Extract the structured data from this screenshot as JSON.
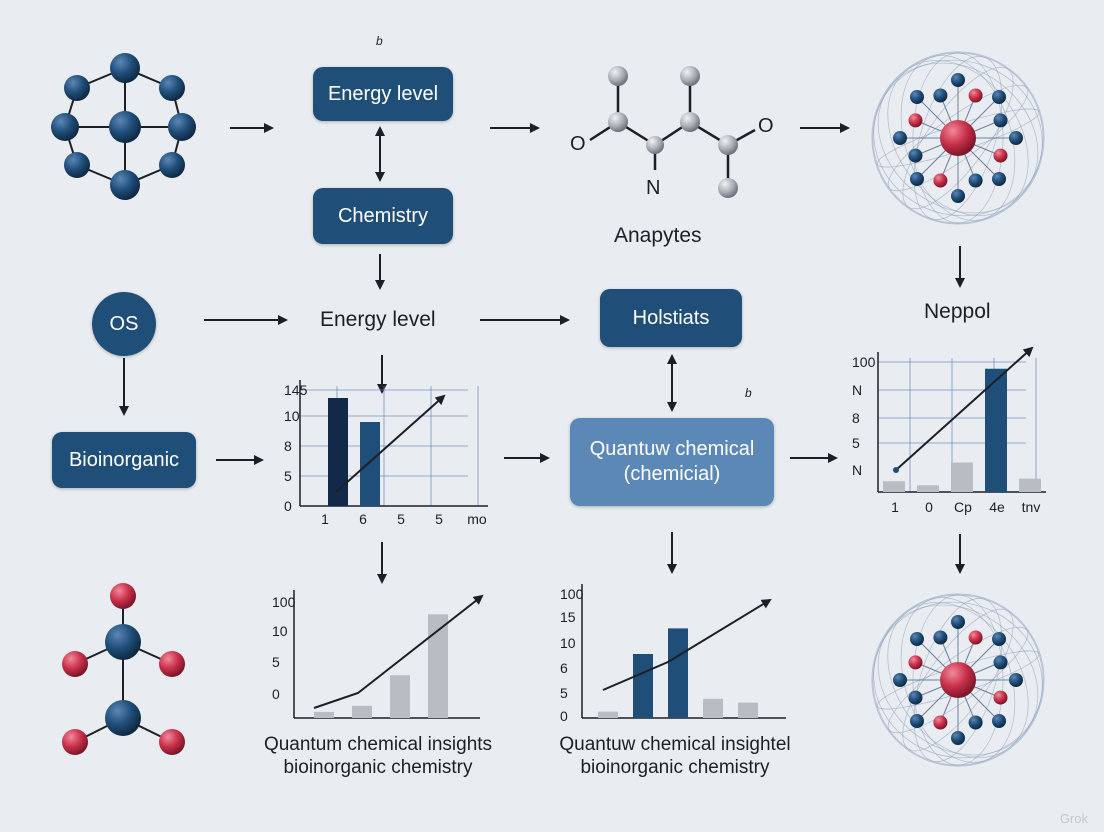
{
  "boxes": {
    "energy_level_box": "Energy level",
    "chemistry_box": "Chemistry",
    "holstiats_box": "Holstiats",
    "bioinorganic_box": "Bioinorganic",
    "quantum_box_line1": "Quantuw chemical",
    "quantum_box_line2": "(chemicial)",
    "os_node": "OS"
  },
  "labels": {
    "energy_level_text": "Energy level",
    "anapytes": "Anapytes",
    "neppol": "Neppol",
    "stray_mark_1": "b",
    "stray_mark_2": "b"
  },
  "molecule": {
    "atom_o_left": "O",
    "atom_o_right": "O",
    "atom_n": "N"
  },
  "captions": {
    "left_line1": "Quantum chemical insights",
    "left_line2": "bioinorganic chemistry",
    "right_line1": "Quantuw chemical insightel",
    "right_line2": "bioinorganic chemistry"
  },
  "watermark": "Grok",
  "colors": {
    "box_dark": "#1f4e79",
    "box_light": "#5b88b6",
    "atom_blue": "#1f4e79",
    "atom_red": "#c9304a",
    "atom_gray": "#a9adb5",
    "bar_gray": "#b9bcc2"
  },
  "chart_data": [
    {
      "type": "bar",
      "categories": [
        "1",
        "6",
        "5",
        "5",
        "mo"
      ],
      "yticks": [
        "0",
        "5",
        "8",
        "10",
        "145"
      ],
      "values": [
        9,
        7,
        null,
        null,
        null
      ],
      "trend_line": true,
      "grid": true
    },
    {
      "type": "bar",
      "categories": [
        "1",
        "0",
        "Cp",
        "4e",
        "tnv"
      ],
      "yticks": [
        "N",
        "5",
        "8",
        "N",
        "100"
      ],
      "values": [
        0.8,
        0.5,
        2.2,
        9.2,
        1.0
      ],
      "highlight_index": 3,
      "trend_line": true,
      "grid": true
    },
    {
      "type": "bar",
      "categories": [
        "",
        "",
        "",
        "",
        ""
      ],
      "yticks": [
        "0",
        "5",
        "10",
        "100"
      ],
      "values": [
        0.5,
        1,
        3.5,
        8.5,
        null
      ],
      "trend_line": true,
      "grid": false
    },
    {
      "type": "bar",
      "categories": [
        "",
        "",
        "",
        "",
        "",
        ""
      ],
      "yticks": [
        "0",
        "5",
        "6",
        "10",
        "15",
        "100"
      ],
      "values": [
        0.5,
        5,
        7,
        1.5,
        1.2,
        null
      ],
      "highlight_indices": [
        1,
        2
      ],
      "trend_line": true,
      "grid": false
    }
  ]
}
